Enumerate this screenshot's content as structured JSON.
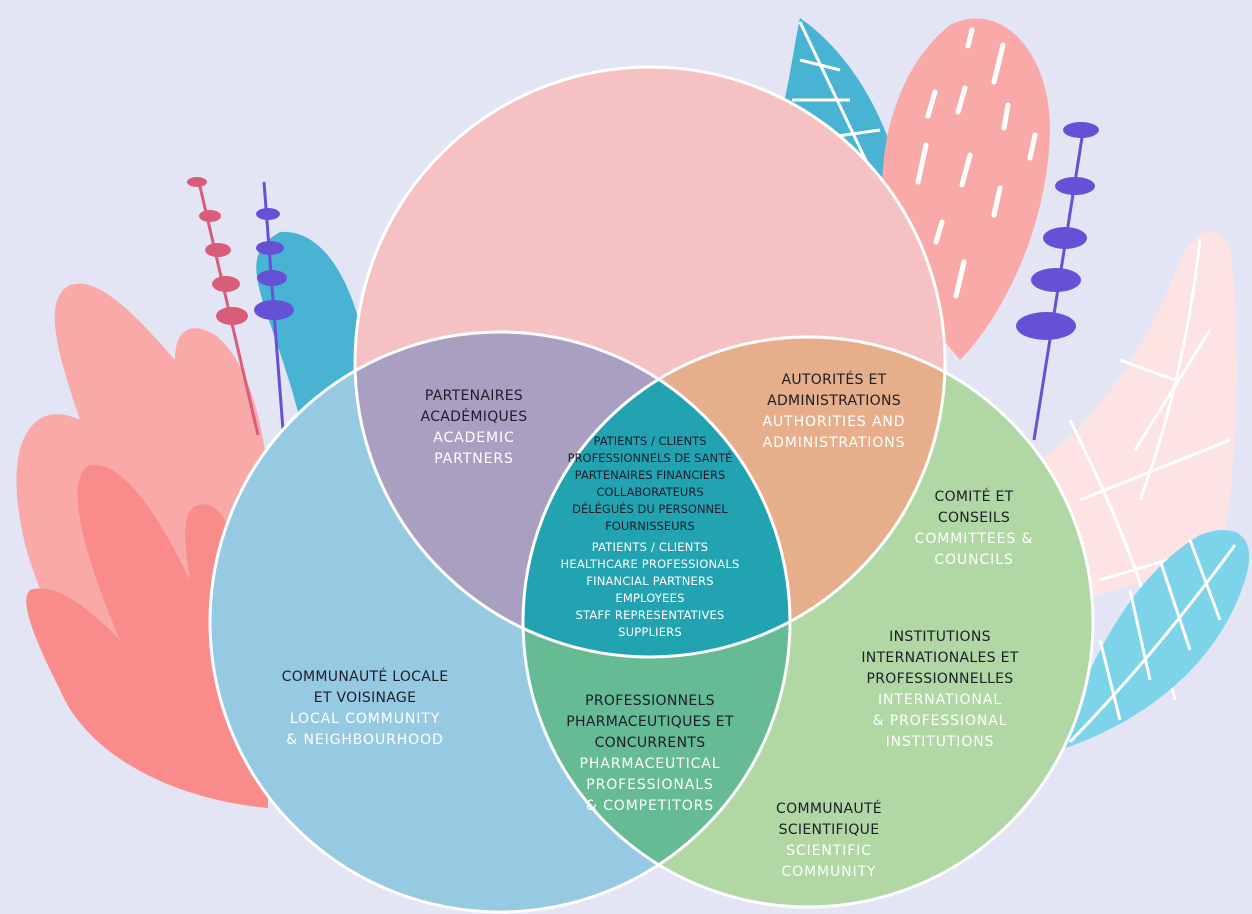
{
  "colors": {
    "background": "#e3e5f5",
    "top_circle": "#f6c1c2",
    "left_circle": "#96cae3",
    "right_circle": "#b0d7a4",
    "top_left_overlap": "#a99fc0",
    "top_right_overlap": "#e6ae8a",
    "bottom_overlap": "#66bb94",
    "center_overlap": "#22a3b1",
    "circle_outline": "#ffffff"
  },
  "decorations": [
    "leaf-icon",
    "flower-stem-icon",
    "striped-leaf-icon"
  ],
  "labels": {
    "academic": {
      "fr": [
        "PARTENAIRES",
        "ACADÉMIQUES"
      ],
      "en": [
        "ACADEMIC",
        "PARTNERS"
      ]
    },
    "authorities": {
      "fr": [
        "AUTORITÉS ET",
        "ADMINISTRATIONS"
      ],
      "en": [
        "AUTHORITIES AND",
        "ADMINISTRATIONS"
      ]
    },
    "committees": {
      "fr": [
        "COMITÉ ET",
        "CONSEILS"
      ],
      "en": [
        "COMMITTEES &",
        "COUNCILS"
      ]
    },
    "international": {
      "fr": [
        "INSTITUTIONS",
        "INTERNATIONALES ET",
        "PROFESSIONNELLES"
      ],
      "en": [
        "INTERNATIONAL",
        "& PROFESSIONAL",
        "INSTITUTIONS"
      ]
    },
    "local": {
      "fr": [
        "COMMUNAUTÉ LOCALE",
        "ET VOISINAGE"
      ],
      "en": [
        "LOCAL COMMUNITY",
        "& NEIGHBOURHOOD"
      ]
    },
    "pharma": {
      "fr": [
        "PROFESSIONNELS",
        "PHARMACEUTIQUES ET",
        "CONCURRENTS"
      ],
      "en": [
        "PHARMACEUTICAL",
        "PROFESSIONALS",
        "& COMPETITORS"
      ]
    },
    "scientific": {
      "fr": [
        "COMMUNAUTÉ",
        "SCIENTIFIQUE"
      ],
      "en": [
        "SCIENTIFIC",
        "COMMUNITY"
      ]
    },
    "center": {
      "fr": [
        "PATIENTS / CLIENTS",
        "PROFESSIONNELS DE SANTÉ",
        "PARTENAIRES FINANCIERS",
        "COLLABORATEURS",
        "DÉLÉGUÉS DU PERSONNEL",
        "FOURNISSEURS"
      ],
      "en": [
        "PATIENTS / CLIENTS",
        "HEALTHCARE PROFESSIONALS",
        "FINANCIAL PARTNERS",
        "EMPLOYEES",
        "STAFF REPRESENTATIVES",
        "SUPPLIERS"
      ]
    }
  }
}
